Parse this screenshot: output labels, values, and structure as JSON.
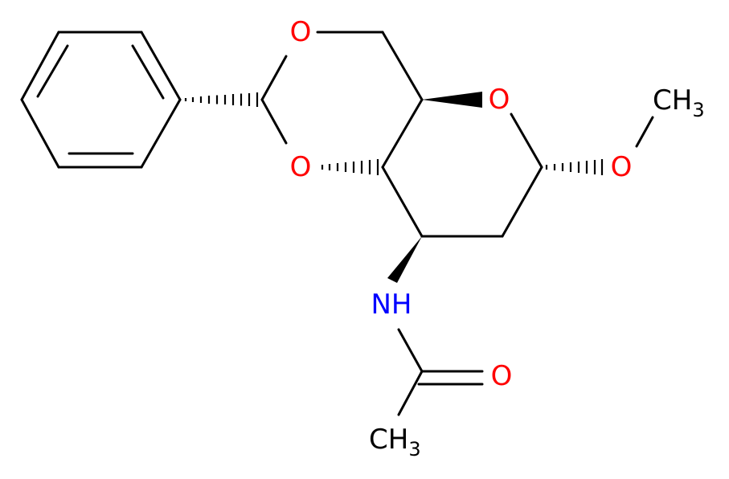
{
  "colors": {
    "oxygen": "#ff0000",
    "nitrogen": "#0000ff",
    "carbon": "#000000",
    "background": "#ffffff"
  },
  "atoms": {
    "o_ring_top": "O",
    "o_ring_left": "O",
    "o_pyran": "O",
    "o_methoxy": "O",
    "methyl_top": {
      "main": "CH",
      "sub": "3"
    },
    "nh": "NH",
    "o_carbonyl": "O",
    "methyl_bottom": {
      "main": "CH",
      "sub": "3"
    }
  }
}
